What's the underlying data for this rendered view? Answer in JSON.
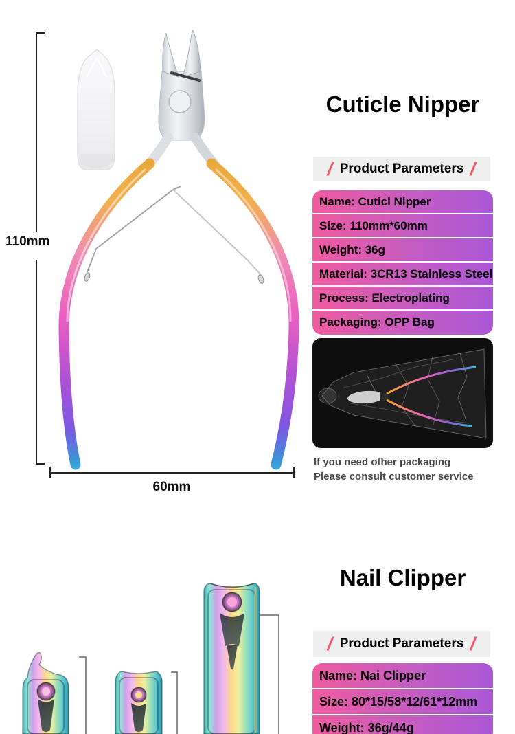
{
  "accent": {
    "slash_char": "/",
    "slash_color": "#f8566b",
    "gradient_left": "#ef5b9f",
    "gradient_mid": "#c45cc2",
    "gradient_right": "#aa58d6",
    "header_bg": "#efefef",
    "photo_bg": "#0e0e0e",
    "dim_line_color": "#222222",
    "note_color": "#4a4a4a"
  },
  "cuticle": {
    "title": "Cuticle Nipper",
    "params_header": "Product Parameters",
    "params": [
      "Name: Cuticl Nipper",
      "Size: 110mm*60mm",
      "Weight: 36g",
      "Material: 3CR13 Stainless Steel",
      "Process: Electroplating",
      "Packaging: OPP Bag"
    ],
    "dim_height": "110mm",
    "dim_width": "60mm",
    "note_line1": "If you need other packaging",
    "note_line2": "Please consult customer service"
  },
  "nail": {
    "title": "Nail Clipper",
    "params_header": "Product Parameters",
    "params": [
      "Name: Nai Clipper",
      "Size: 80*15/58*12/61*12mm",
      "Weight: 36g/44g"
    ]
  }
}
